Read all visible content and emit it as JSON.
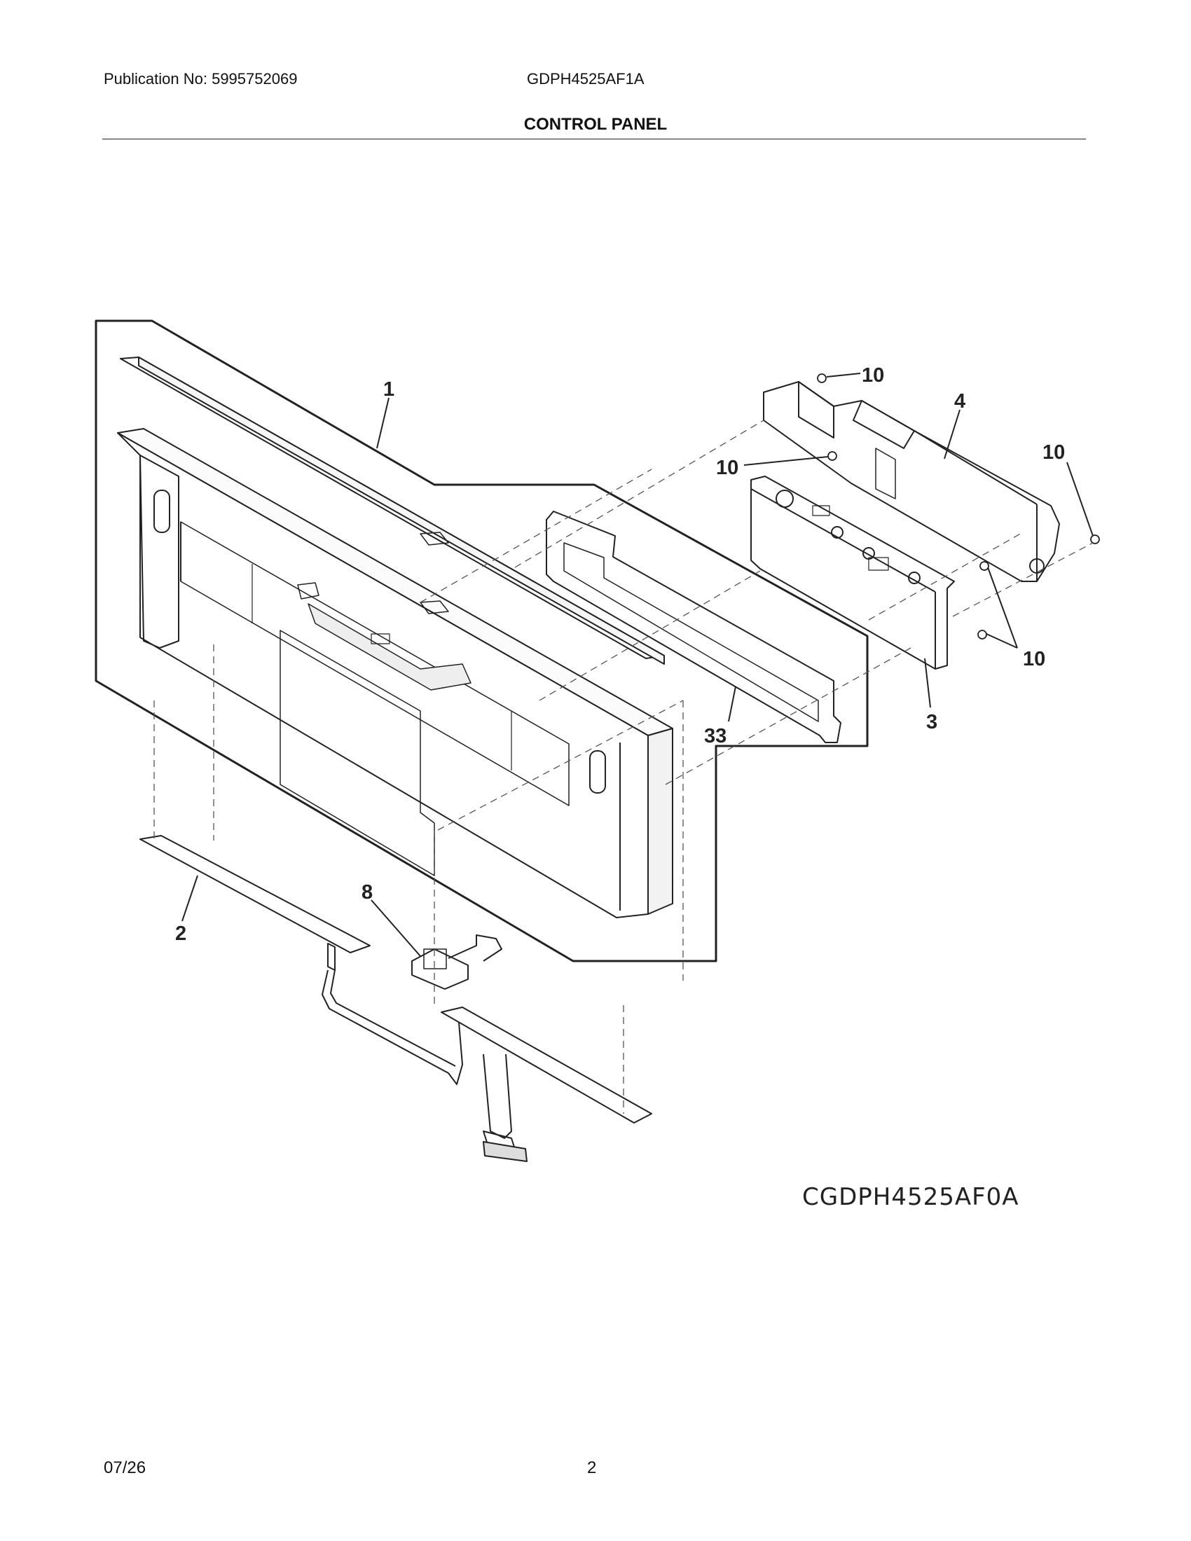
{
  "header": {
    "publication": "Publication No: 5995752069",
    "model": "GDPH4525AF1A",
    "section_title": "CONTROL PANEL"
  },
  "diagram": {
    "figure_code": "CGDPH4525AF0A",
    "callouts": [
      "1",
      "2",
      "3",
      "4",
      "8",
      "10",
      "10",
      "10",
      "10",
      "33"
    ]
  },
  "footer": {
    "date": "07/26",
    "page_number": "2"
  }
}
